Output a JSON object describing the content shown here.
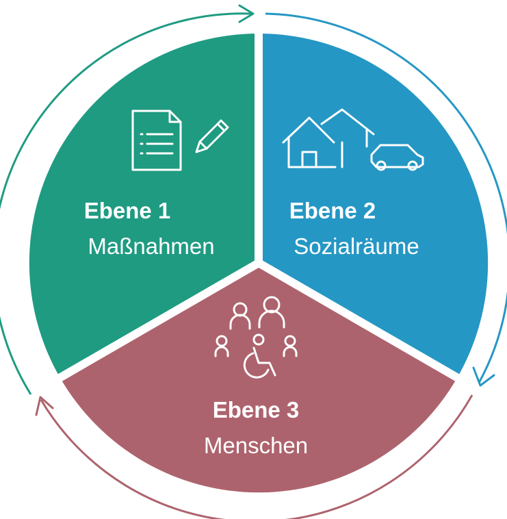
{
  "segments": [
    {
      "title": "Ebene 1",
      "subtitle": "Maßnahmen",
      "color": "#1f9b82",
      "icon": "document-pencil-icon"
    },
    {
      "title": "Ebene 2",
      "subtitle": "Sozialräume",
      "color": "#2597c4",
      "icon": "houses-car-icon"
    },
    {
      "title": "Ebene 3",
      "subtitle": "Menschen",
      "color": "#ad636d",
      "icon": "people-wheelchair-icon"
    }
  ],
  "cycle_arrows": [
    {
      "color": "#1f9b82",
      "direction": "clockwise"
    },
    {
      "color": "#2597c4",
      "direction": "clockwise"
    },
    {
      "color": "#ad636d",
      "direction": "clockwise"
    }
  ]
}
